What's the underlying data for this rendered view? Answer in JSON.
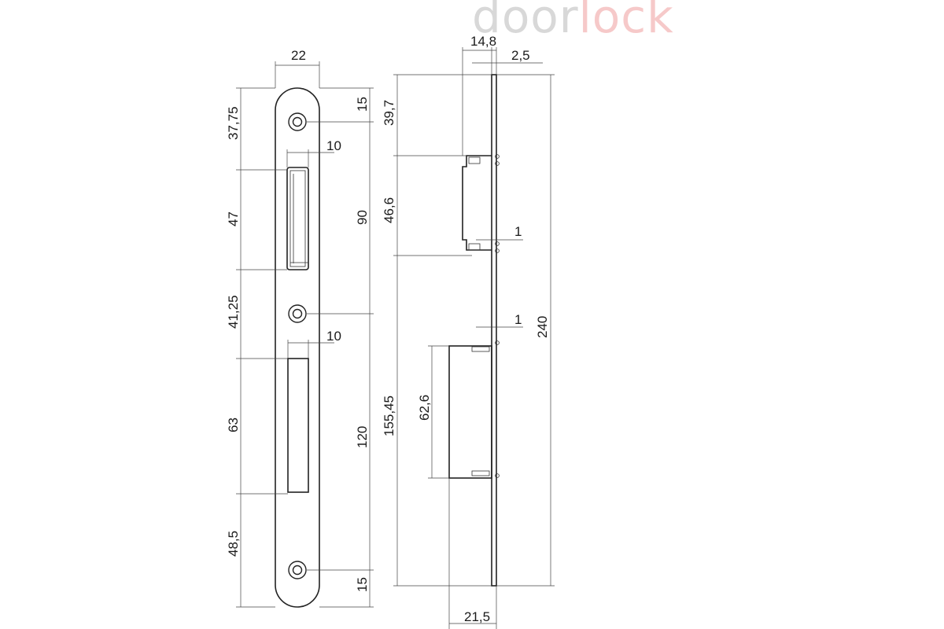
{
  "logo": {
    "part1": "door",
    "part2": "lock"
  },
  "front_view": {
    "width": "22",
    "top_to_hole": "15",
    "bottom_to_hole": "15",
    "slot_width_upper": "10",
    "slot_width_lower": "10",
    "top_to_upper_slot": "37,75",
    "upper_slot_height": "47",
    "upper_slot_to_lower_slot": "41,25",
    "lower_slot_height": "63",
    "lower_slot_to_bottom": "48,5",
    "hole_to_middle_hole": "90",
    "middle_hole_to_bottom_hole": "120"
  },
  "side_view": {
    "depth": "14,8",
    "plate_thickness": "2,5",
    "top_offset": "39,7",
    "upper_box_height": "46,6",
    "lower_section_height": "155,45",
    "lower_box_height": "62,6",
    "gap_upper": "1",
    "gap_lower": "1",
    "total_length": "240",
    "bottom_width": "21,5"
  },
  "colors": {
    "line": "#222222",
    "logo_gray": "#d8d8d8",
    "logo_red": "#f6c9c9"
  }
}
